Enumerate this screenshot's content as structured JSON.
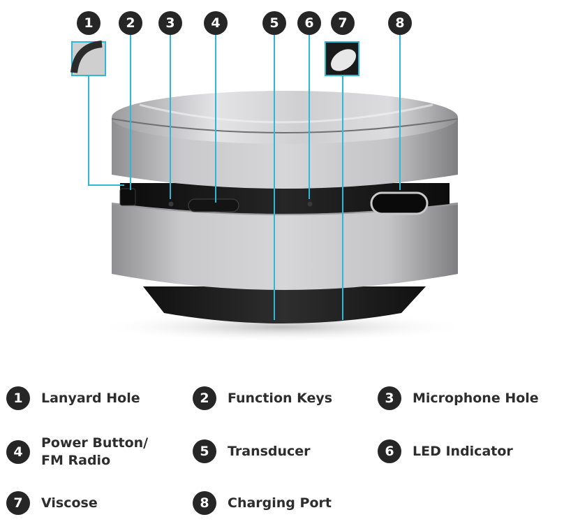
{
  "callouts": [
    {
      "num": "1",
      "label": "Lanyard Hole"
    },
    {
      "num": "2",
      "label": "Function Keys"
    },
    {
      "num": "3",
      "label": "Microphone Hole"
    },
    {
      "num": "4",
      "label": "Power Button/\nFM Radio"
    },
    {
      "num": "5",
      "label": "Transducer"
    },
    {
      "num": "6",
      "label": "LED Indicator"
    },
    {
      "num": "7",
      "label": "Viscose"
    },
    {
      "num": "8",
      "label": "Charging Port"
    }
  ],
  "colors": {
    "badge": "#262626",
    "leader_line": "#2fb7d8",
    "label_text": "#2d2d2d",
    "speaker_silver": "#c4c4c6",
    "speaker_black": "#1b1b1b"
  }
}
